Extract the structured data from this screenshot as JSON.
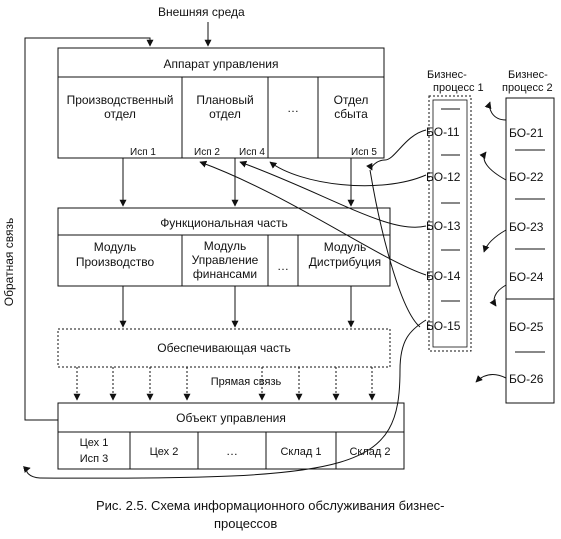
{
  "external_env": "Внешняя среда",
  "feedback": "Обратная связь",
  "direct_link": "Прямая связь",
  "apparatus": {
    "title": "Аппарат управления",
    "dept_prod_1": "Производственный",
    "dept_prod_2": "отдел",
    "dept_plan_1": "Плановый",
    "dept_plan_2": "отдел",
    "dots": "…",
    "dept_sales_1": "Отдел",
    "dept_sales_2": "сбыта",
    "isp1": "Исп 1",
    "isp2": "Исп 2",
    "isp4": "Исп 4",
    "isp5": "Исп 5"
  },
  "functional": {
    "title": "Функциональная часть",
    "mod_prod_1": "Модуль",
    "mod_prod_2": "Производство",
    "mod_fin_1": "Модуль",
    "mod_fin_2": "Управление",
    "mod_fin_3": "финансами",
    "dots": "…",
    "mod_dist_1": "Модуль",
    "mod_dist_2": "Дистрибуция"
  },
  "support": {
    "title": "Обеспечивающая часть"
  },
  "object": {
    "title": "Объект управления",
    "shop1_1": "Цех 1",
    "shop1_2": "Исп 3",
    "shop2": "Цех 2",
    "dots": "…",
    "store1": "Склад 1",
    "store2": "Склад 2"
  },
  "bp1": {
    "title_1": "Бизнес-",
    "title_2": "процесс 1",
    "items": [
      "БО-11",
      "БО-12",
      "БО-13",
      "БО-14",
      "БО-15"
    ]
  },
  "bp2": {
    "title_1": "Бизнес-",
    "title_2": "процесс 2",
    "items": [
      "БО-21",
      "БО-22",
      "БО-23",
      "БО-24",
      "БО-25",
      "БО-26"
    ]
  },
  "caption_1": "Рис. 2.5. Схема информационного обслуживания бизнес-",
  "caption_2": "процессов"
}
